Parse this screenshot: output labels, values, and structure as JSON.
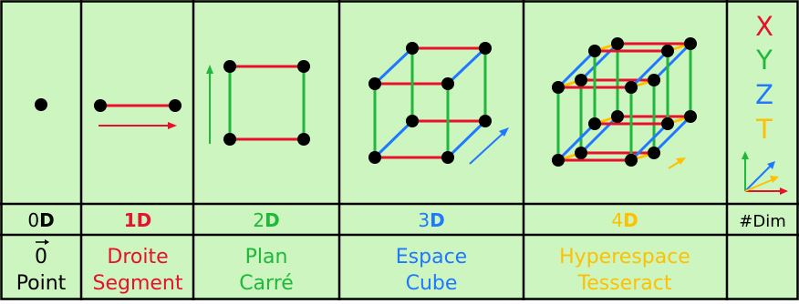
{
  "colors": {
    "background": "#ccf5c0",
    "grid": "#000000",
    "x_axis": "#e8102a",
    "y_axis": "#1fb83a",
    "z_axis": "#1f78ff",
    "t_axis": "#ffc000",
    "vertex": "#000000"
  },
  "dimensions": [
    {
      "dim_prefix": "0",
      "dim_suffix": "D",
      "color": "#000000",
      "name_vector": "0",
      "name_line2": "Point"
    },
    {
      "dim_prefix": "1",
      "dim_suffix": "D",
      "color": "#e8102a",
      "name_line1": "Droite",
      "name_line2": "Segment"
    },
    {
      "dim_prefix": "2",
      "dim_suffix": "D",
      "color": "#1fb83a",
      "name_line1": "Plan",
      "name_line2": "Carré"
    },
    {
      "dim_prefix": "3",
      "dim_suffix": "D",
      "color": "#1f78ff",
      "name_line1": "Espace",
      "name_line2": "Cube"
    },
    {
      "dim_prefix": "4",
      "dim_suffix": "D",
      "color": "#ffc000",
      "name_line1": "Hyperespace",
      "name_line2": "Tesseract"
    }
  ],
  "legend": {
    "axes": [
      "X",
      "Y",
      "Z",
      "T"
    ],
    "dim_header": "#Dim"
  }
}
